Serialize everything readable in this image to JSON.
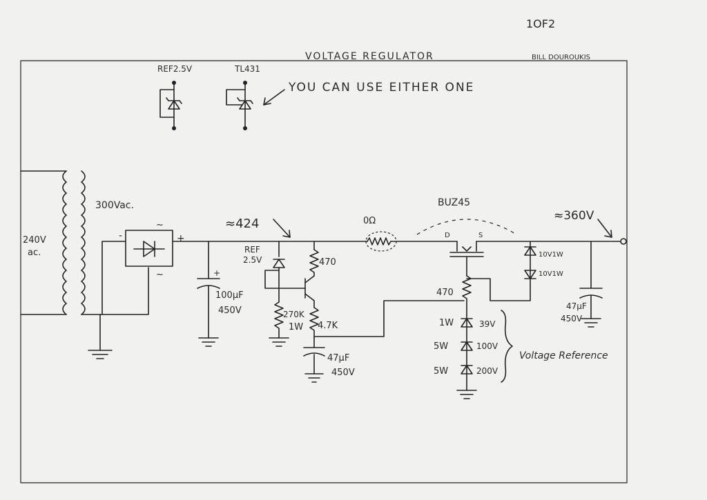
{
  "header": {
    "page_number": "1OF2",
    "title": "VOLTAGE REGULATOR",
    "author": "BILL DOUROUKIS"
  },
  "references": {
    "ref_label": "REF2.5V",
    "tl_label": "TL431",
    "note": "YOU CAN USE EITHER ONE"
  },
  "transformer": {
    "primary": "240V",
    "primary_unit": "ac.",
    "secondary": "300Vac."
  },
  "rectifier": {
    "minus": "-",
    "plus": "+",
    "ac1": "~",
    "ac2": "~"
  },
  "filter_cap": {
    "plus": "+",
    "value": "100μF",
    "voltage": "450V"
  },
  "node_424": "≈424",
  "ref_device": {
    "line1": "REF",
    "line2": "2.5V"
  },
  "resistors": {
    "r_470_top": "470",
    "r_270k": "270K",
    "r_270k_power": "1W",
    "r_4k7": "4.7K",
    "r_470_mid": "470"
  },
  "cap_47u_left": {
    "value": "47μF",
    "voltage": "450V"
  },
  "ohm_link": "0Ω",
  "mosfet": {
    "part": "BUZ45",
    "drain": "D",
    "source": "S"
  },
  "output": "≈360V",
  "zeners_out": {
    "z1": "10V1W",
    "z2": "10V1W"
  },
  "cap_47u_right": {
    "value": "47μF",
    "voltage": "450V"
  },
  "zener_stack": [
    {
      "power": "1W",
      "voltage": "39V"
    },
    {
      "power": "5W",
      "voltage": "100V"
    },
    {
      "power": "5W",
      "voltage": "200V"
    }
  ],
  "voltage_reference_label": "Voltage Reference"
}
